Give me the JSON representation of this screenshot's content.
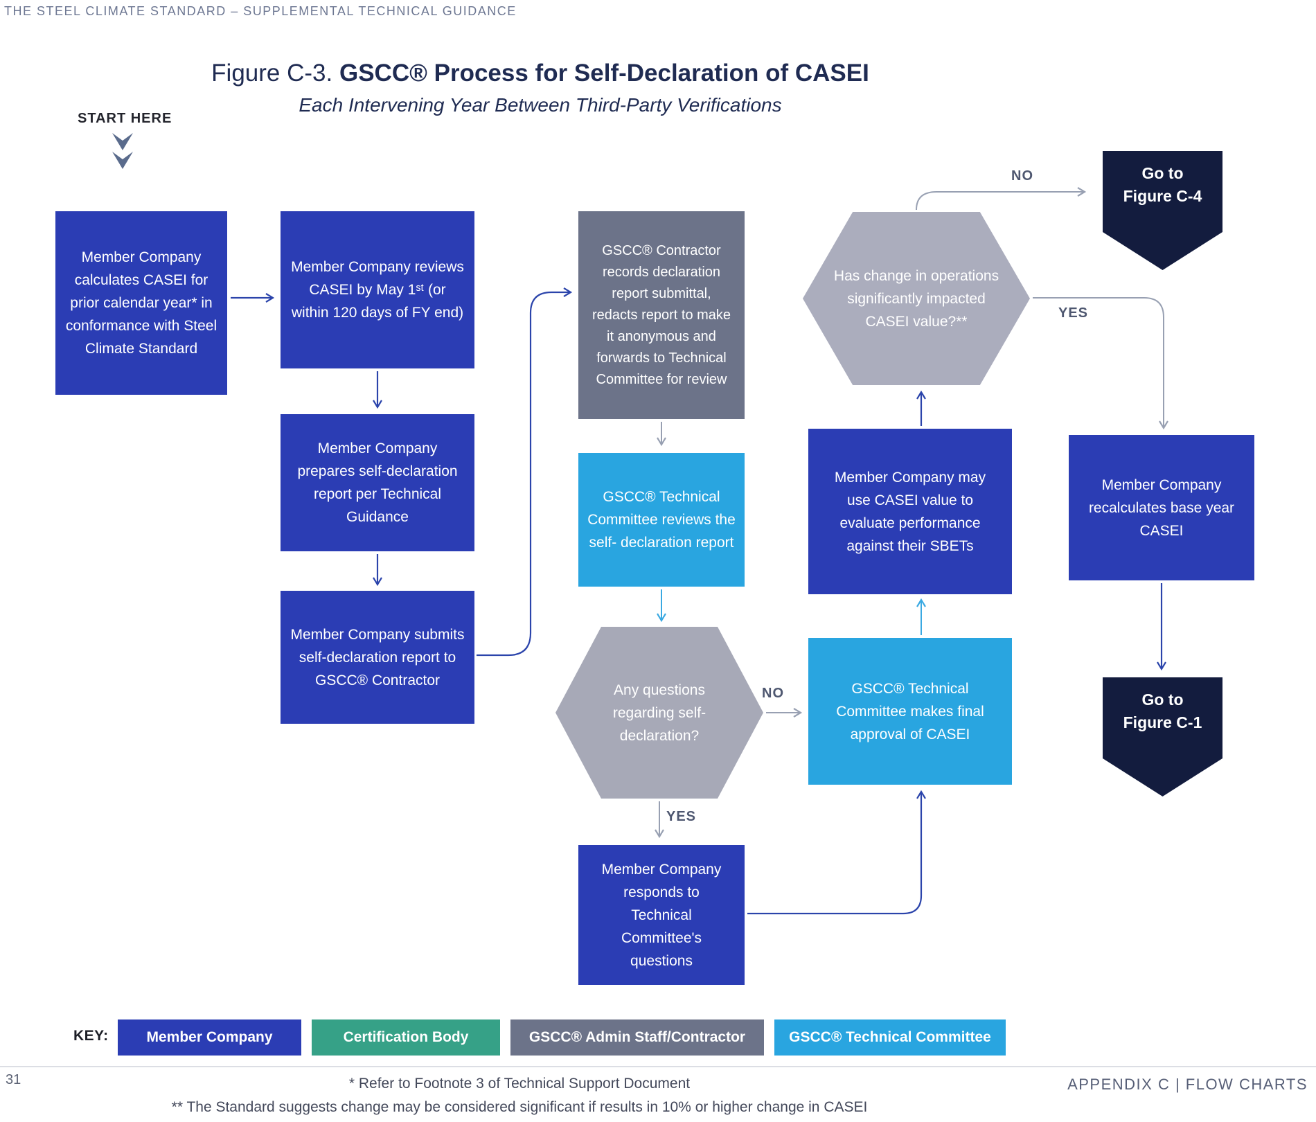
{
  "page": {
    "header": "THE STEEL CLIMATE STANDARD – SUPPLEMENTAL TECHNICAL GUIDANCE",
    "page_number": "31",
    "appendix_footer": "APPENDIX C  |  FLOW CHARTS"
  },
  "title": {
    "prefix": "Figure C-3.",
    "main": "GSCC® Process for Self-Declaration of CASEI",
    "subtitle": "Each Intervening Year Between Third-Party Verifications"
  },
  "start_label": "START HERE",
  "nodes": {
    "calculate": "Member Company calculates CASEI for prior calendar year* in conformance with Steel Climate Standard",
    "review": "Member Company reviews CASEI by May 1ˢᵗ (or within 120 days of FY end)",
    "prepare": "Member Company prepares self-declaration report per Technical Guidance",
    "submit": "Member Company submits self-declaration report to GSCC® Contractor",
    "contractor_records": "GSCC® Contractor records declaration report submittal, redacts report to make it anonymous and forwards to Technical Committee for review",
    "committee_reviews": "GSCC® Technical Committee reviews the self- declaration report",
    "questions_decision": "Any questions regarding self-declaration?",
    "responds": "Member Company responds to Technical Committee's questions",
    "final_approval": "GSCC® Technical Committee makes final approval of CASEI",
    "may_use": "Member Company may use CASEI value to evaluate performance against their SBETs",
    "change_decision": "Has change in operations significantly impacted CASEI value?**",
    "recalculates": "Member Company recalculates base year CASEI",
    "goto_c4": "Go to Figure C-4",
    "goto_c1": "Go to Figure C-1"
  },
  "edge_labels": {
    "no_questions": "NO",
    "yes_questions": "YES",
    "no_change": "NO",
    "yes_change": "YES"
  },
  "key": {
    "label": "KEY:",
    "items": [
      {
        "label": "Member Company",
        "color": "#2b3db4"
      },
      {
        "label": "Certification Body",
        "color": "#36a187"
      },
      {
        "label": "GSCC® Admin Staff/Contractor",
        "color": "#6c7389"
      },
      {
        "label": "GSCC® Technical Committee",
        "color": "#29a5e0"
      }
    ]
  },
  "footnotes": {
    "fn1": "* Refer to Footnote 3 of Technical Support Document",
    "fn2": "** The Standard suggests change may be considered significant if results in 10% or higher change in CASEI"
  },
  "colors": {
    "member_company_blue": "#2b3db4",
    "technical_committee_lightblue": "#29a5e0",
    "admin_gray": "#6c7389",
    "decision_gray": "#a7a9b7",
    "banner_navy": "#131c3e",
    "certification_green": "#36a187",
    "title_navy": "#1f2b52"
  }
}
